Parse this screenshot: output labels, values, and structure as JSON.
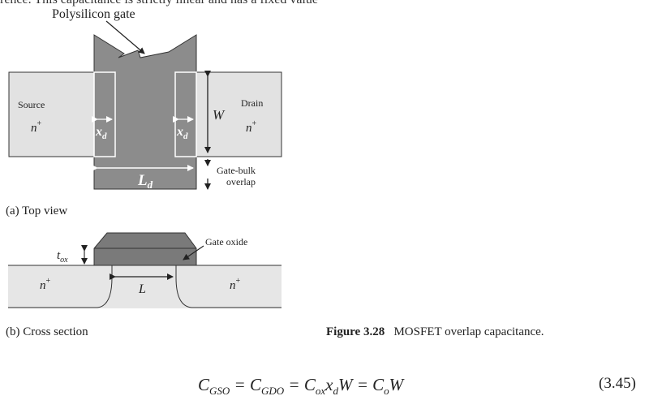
{
  "page": {
    "top_text": "rence. This capacitance is strictly linear and has a fixed value"
  },
  "top_view": {
    "gate_label": "Polysilicon gate",
    "source_label": "Source",
    "source_doping": "n",
    "drain_label": "Drain",
    "drain_doping": "n",
    "doping_sup": "+",
    "xd_left": "x",
    "xd_right": "x",
    "xd_sub": "d",
    "w_label": "W",
    "ld_label": "L",
    "ld_sub": "d",
    "overlap_line1": "Gate-bulk",
    "overlap_line2": "overlap",
    "caption": "(a) Top view"
  },
  "cross_section": {
    "tox_label": "t",
    "tox_sub": "ox",
    "oxide_label": "Gate oxide",
    "left_doping": "n",
    "right_doping": "n",
    "doping_sup": "+",
    "l_label": "L",
    "caption": "(b) Cross section"
  },
  "figure": {
    "number": "Figure 3.28",
    "title": "MOSFET overlap capacitance."
  },
  "equation": {
    "number": "(3.45)"
  },
  "colors": {
    "gate": "#8c8c8c",
    "diffusion": "#e2e2e2",
    "oxide": "#7a7a7a",
    "outline": "#333333"
  }
}
